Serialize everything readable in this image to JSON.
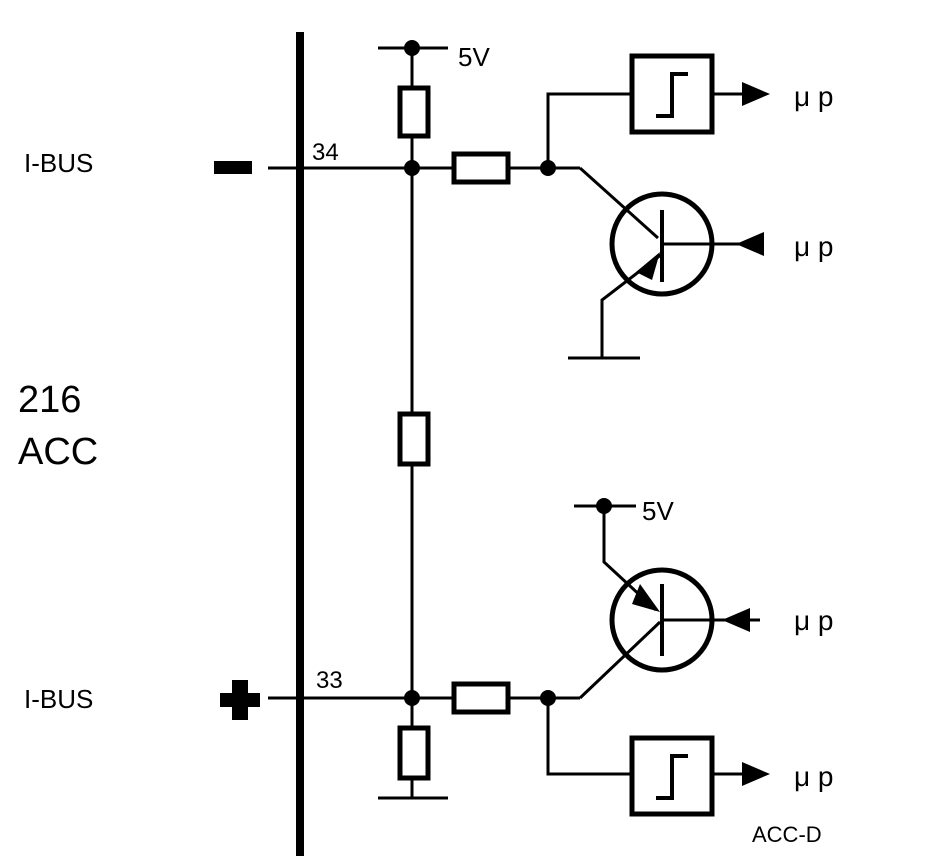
{
  "device": {
    "line1": "216",
    "line2": "ACC"
  },
  "bus_minus": {
    "label": "I-BUS",
    "polarity": "–",
    "pin": "34"
  },
  "bus_plus": {
    "label": "I-BUS",
    "polarity": "+",
    "pin": "33"
  },
  "supply_top": "5V",
  "supply_bottom": "5V",
  "up_labels": {
    "comparator_top": "μ p",
    "transistor_top": "μ p",
    "transistor_bottom": "μ p",
    "comparator_bottom": "μ p"
  },
  "caption": "ACC-D"
}
